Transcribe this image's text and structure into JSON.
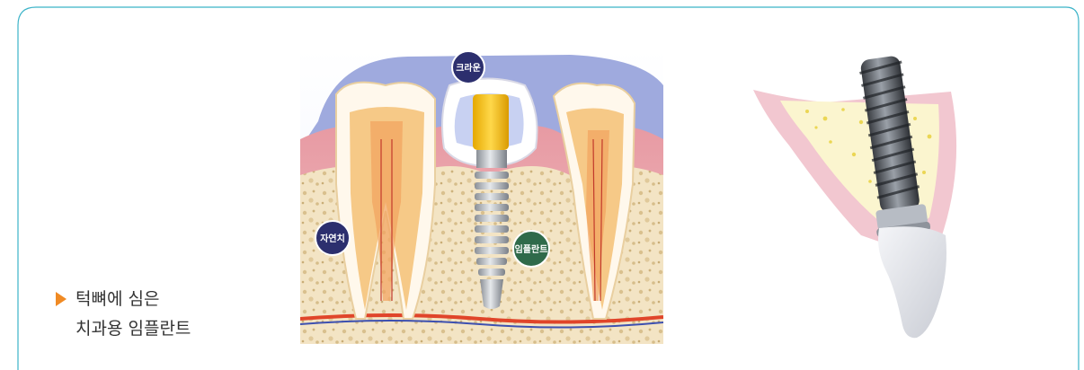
{
  "caption": {
    "line1": "턱뼈에 심은",
    "line2": "치과용 임플란트"
  },
  "labels": {
    "crown": "크라운",
    "natural_tooth": "자연치",
    "implant": "임플란트"
  },
  "colors": {
    "frame": "#3bb3c8",
    "accent_arrow": "#f08a24",
    "badge_navy": "#2c2f6e",
    "badge_green": "#2f6a4a"
  }
}
